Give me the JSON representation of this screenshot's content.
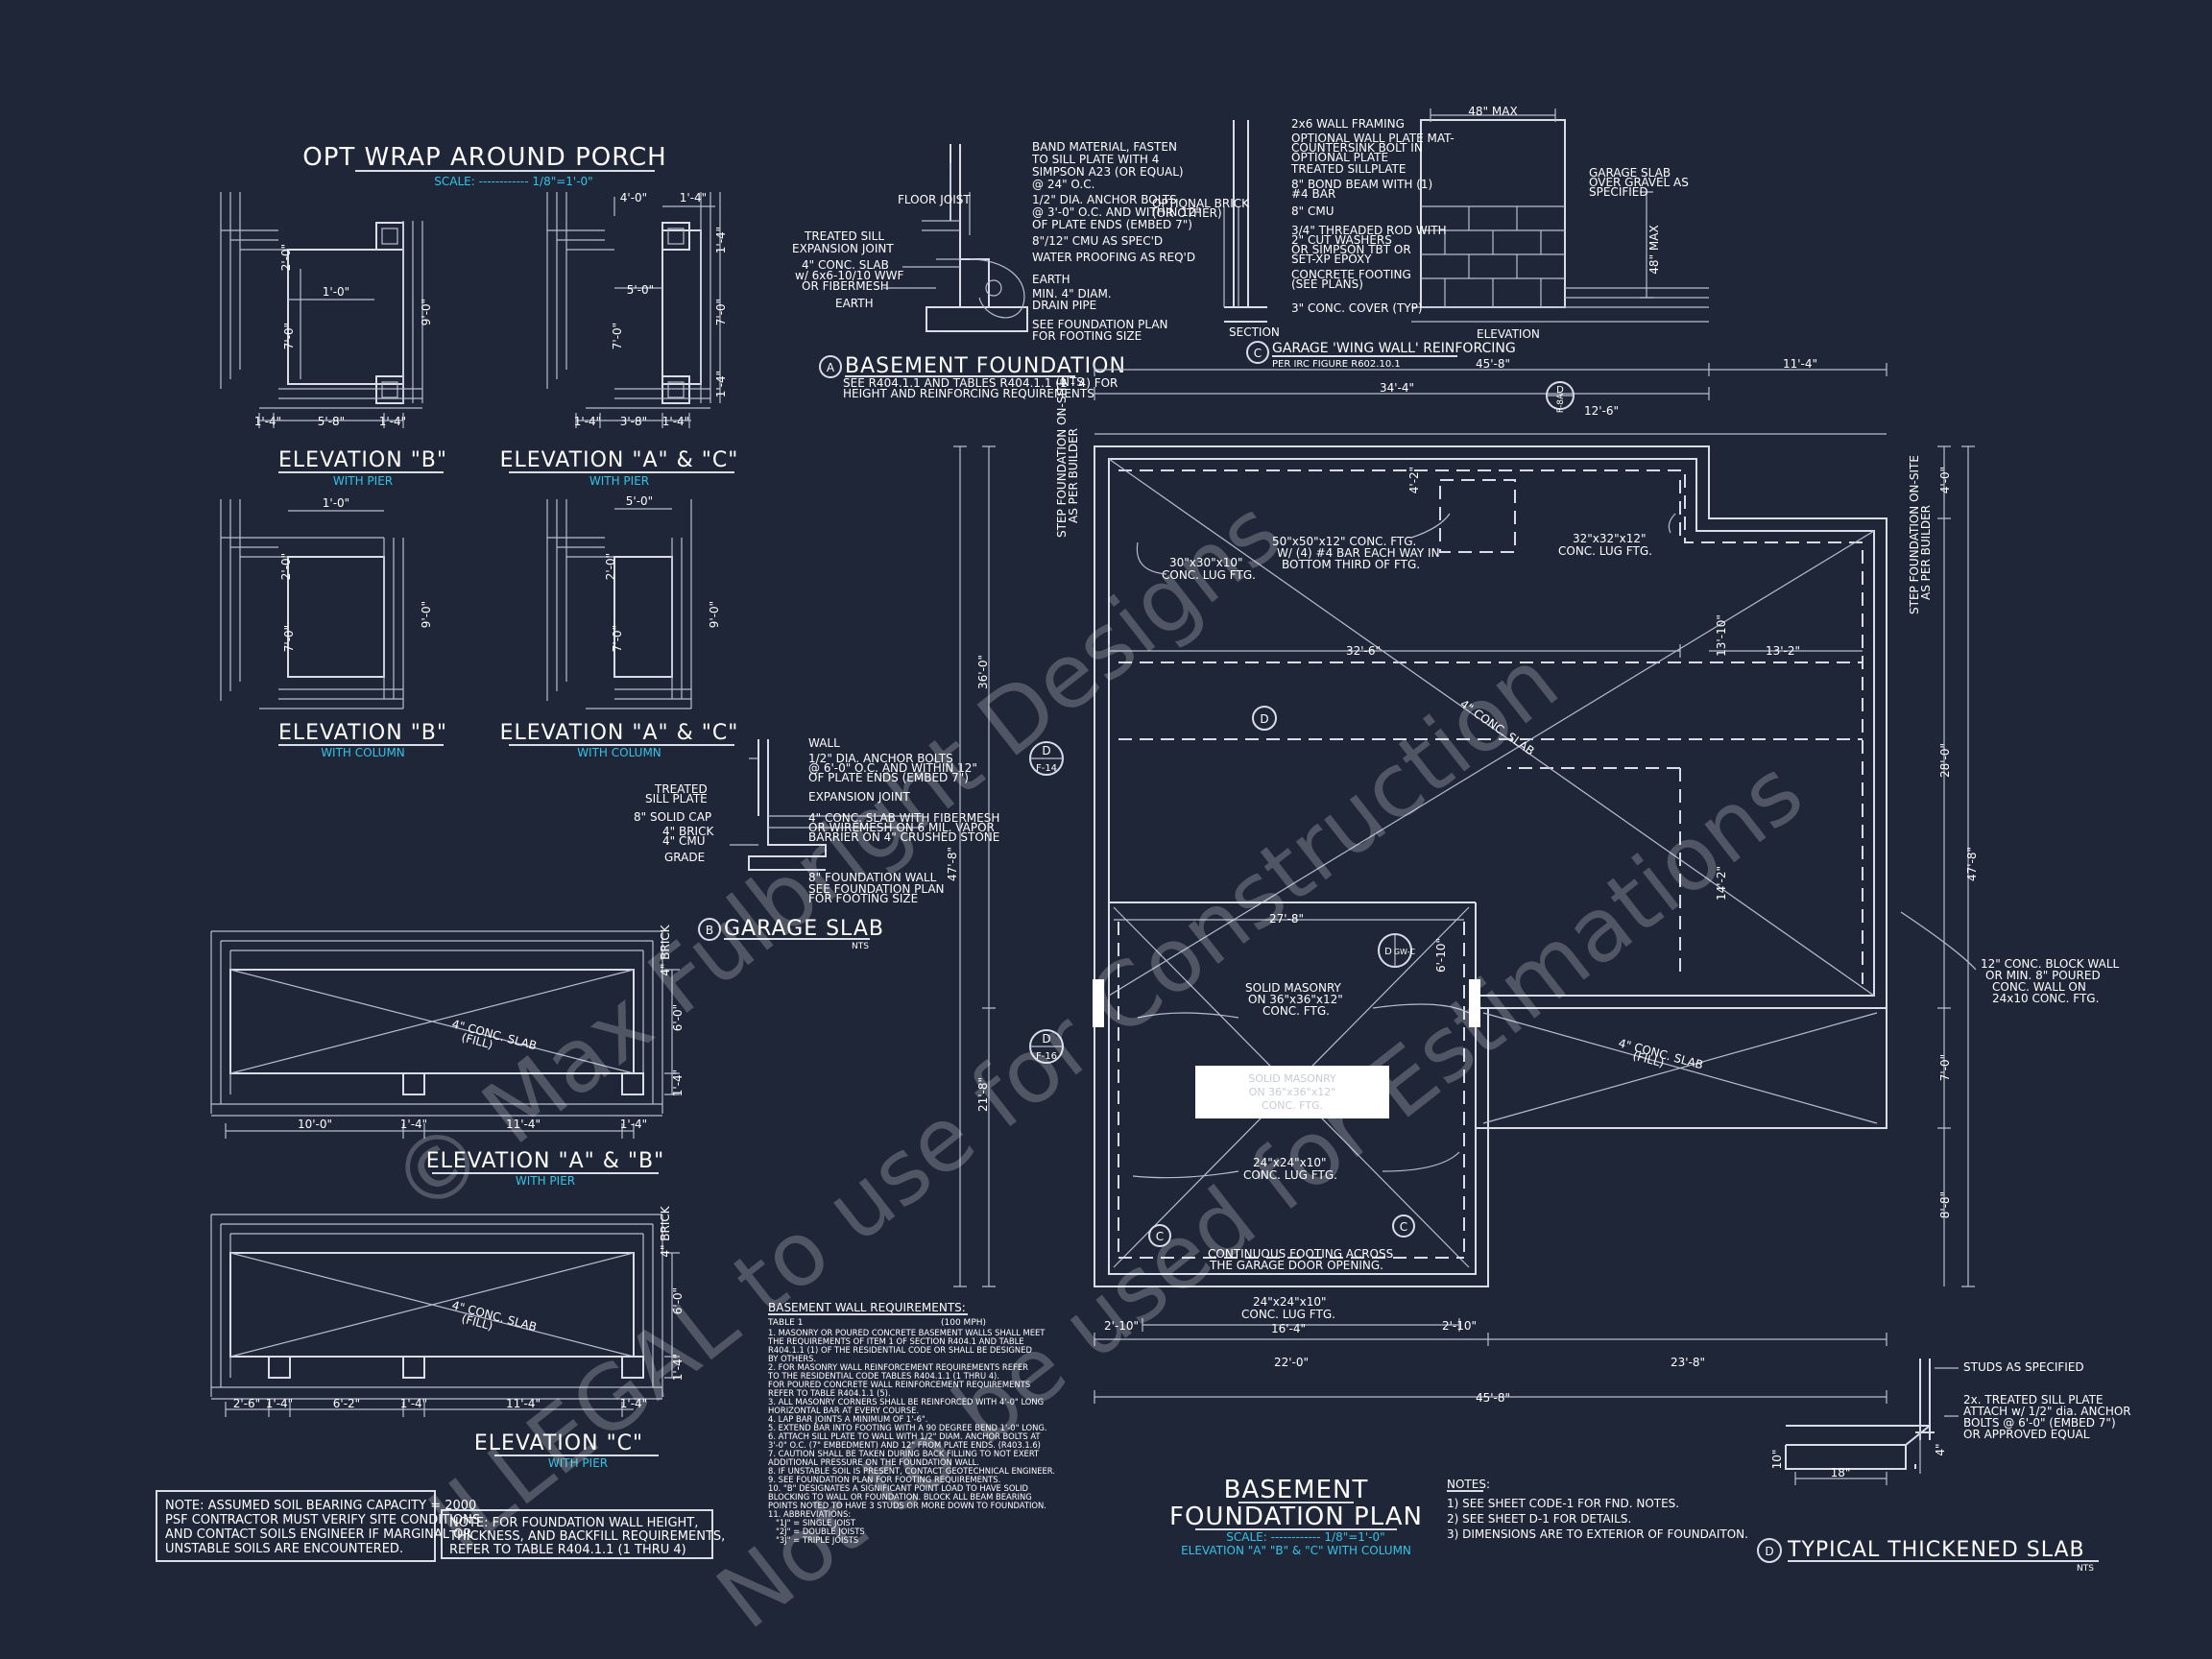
{
  "porch": {
    "title": "OPT WRAP AROUND PORCH",
    "scale": "SCALE: ------------ 1/8\"=1'-0\"",
    "elev_b_pier": "ELEVATION \"B\"",
    "with_pier": "WITH PIER",
    "elev_ac_pier": "ELEVATION \"A\" & \"C\"",
    "elev_b_col": "ELEVATION \"B\"",
    "with_column": "WITH COLUMN",
    "elev_ac_col": "ELEVATION \"A\" & \"C\"",
    "d_1_0": "1'-0\"",
    "d_7_0": "7'-0\"",
    "d_9_0": "9'-0\"",
    "d_5_8": "5'-8\"",
    "d_1_4": "1'-4\"",
    "d_2_0": "2'-0\"",
    "d_4_0": "4'-0\"",
    "d_5_0": "5'-0\"",
    "d_3_8": "3'-8\""
  },
  "basement_foundation": {
    "title": "BASEMENT FOUNDATION",
    "tag": "A",
    "note": "SEE R404.1.1 AND TABLES R404.1.1 (1 - 4) FOR",
    "note2": "HEIGHT AND REINFORCING REQUIREMENTS",
    "nts": "NTS",
    "band": "BAND MATERIAL, FASTEN",
    "band2": "TO SILL PLATE WITH 4",
    "band3": "SIMPSON A23 (OR EQUAL)",
    "band4": "@ 24\" O.C.",
    "anchor": "1/2\" DIA. ANCHOR BOLTS",
    "anchor2": "@ 3'-0\" O.C. AND WITHIN 12\"",
    "anchor3": "OF PLATE ENDS (EMBED 7\")",
    "cmu": "8\"/12\" CMU AS SPEC'D",
    "wp": "WATER PROOFING AS REQ'D",
    "earth": "EARTH",
    "drain": "MIN. 4\" DIAM.",
    "drain2": "DRAIN PIPE",
    "see": "SEE FOUNDATION PLAN",
    "see2": "FOR FOOTING SIZE",
    "joist": "FLOOR JOIST",
    "treated": "TREATED SILL",
    "exp": "EXPANSION JOINT",
    "slab": "4\" CONC. SLAB",
    "slab2": "w/ 6x6-10/10 WWF",
    "slab3": "OR FIBERMESH",
    "earth2": "EARTH"
  },
  "garage_wing": {
    "title": "GARAGE 'WING WALL' REINFORCING",
    "sub": "PER IRC FIGURE R602.10.1",
    "tag": "C",
    "max48": "48\" MAX",
    "max48v": "48\" MAX",
    "section": "SECTION",
    "elevation": "ELEVATION",
    "l1": "2x6 WALL FRAMING",
    "l2": "OPTIONAL WALL PLATE MAT-",
    "l3": "COUNTERSINK BOLT IN",
    "l4": "OPTIONAL PLATE",
    "l5": "TREATED SILLPLATE",
    "l6": "8\" BOND BEAM WITH (1)",
    "l7": "#4 BAR",
    "l8": "8\" CMU",
    "l9": "3/4\" THREADED ROD WITH",
    "l10": "2\" CUT WASHERS",
    "l11": "OR SIMPSON TBT OR",
    "l12": "SET-XP EPOXY",
    "l13": "CONCRETE FOOTING",
    "l14": "(SEE PLANS)",
    "l15": "3\" CONC. COVER (TYP)",
    "opt": "OPTIONAL BRICK",
    "opt2": "(OR OTHER)",
    "gar": "GARAGE SLAB",
    "gar2": "OVER GRAVEL AS",
    "gar3": "SPECIFIED"
  },
  "garage_slab": {
    "title": "GARAGE SLAB",
    "tag": "B",
    "nts": "NTS",
    "wall": "WALL",
    "anchor": "1/2\" DIA. ANCHOR BOLTS",
    "anchor2": "@ 6'-0\" O.C. AND WITHIN 12\"",
    "anchor3": "OF PLATE ENDS (EMBED 7\")",
    "treated": "TREATED",
    "sill": "SILL PLATE",
    "exp": "EXPANSION JOINT",
    "cap": "8\" SOLID CAP",
    "brick": "4\" BRICK",
    "cmu": "4\" CMU",
    "slab": "4\" CONC. SLAB WITH FIBERMESH",
    "slab2": "OR WIREMESH ON 6 MIL. VAPOR",
    "slab3": "BARRIER ON 4\" CRUSHED STONE",
    "grade": "GRADE",
    "fw": "8\" FOUNDATION WALL",
    "see": "SEE FOUNDATION PLAN",
    "see2": "FOR FOOTING SIZE"
  },
  "elev_ab": {
    "title": "ELEVATION \"A\" & \"B\"",
    "sub": "WITH PIER",
    "slab": "4\" CONC. SLAB",
    "fill": "(FILL)",
    "brick": "4\" BRICK",
    "d1": "10'-0\"",
    "d2": "1'-4\"",
    "d3": "11'-4\"",
    "d4": "1'-4\"",
    "d6": "6'-0\"",
    "d7": "1'-4\""
  },
  "elev_c": {
    "title": "ELEVATION \"C\"",
    "sub": "WITH PIER",
    "slab": "4\" CONC. SLAB",
    "fill": "(FILL)",
    "brick": "4\" BRICK",
    "d1": "2'-6\"",
    "d2": "1'-4\"",
    "d3": "6'-2\"",
    "d4": "1'-4\"",
    "d5": "11'-4\"",
    "d6": "1'-4\"",
    "d8": "6'-0\"",
    "d9": "1'-4\""
  },
  "notes_box": {
    "soil": [
      "NOTE: ASSUMED SOIL BEARING CAPACITY = 2000",
      "PSF CONTRACTOR MUST VERIFY SITE CONDITIONS",
      "AND CONTACT SOILS ENGINEER IF MARGINAL OR",
      "UNSTABLE SOILS ARE ENCOUNTERED."
    ],
    "wall": [
      "NOTE: FOR FOUNDATION WALL HEIGHT,",
      "THICKNESS, AND BACKFILL REQUIREMENTS,",
      "REFER TO TABLE R404.1.1 (1 THRU 4)"
    ]
  },
  "requirements": {
    "title": "BASEMENT WALL REQUIREMENTS:",
    "table": "TABLE 1",
    "mph": "(100 MPH)",
    "lines": [
      "1. MASONRY OR POURED CONCRETE BASEMENT WALLS SHALL MEET",
      "THE REQUIREMENTS OF ITEM 1 OF SECTION R404.1 AND TABLE",
      "R404.1.1 (1) OF THE RESIDENTIAL CODE OR SHALL BE DESIGNED",
      "BY OTHERS.",
      "2. FOR MASONRY WALL REINFORCEMENT REQUIREMENTS REFER",
      "TO THE RESIDENTIAL CODE TABLES R404.1.1 (1 THRU 4).",
      "FOR POURED CONCRETE WALL REINFORCEMENT REQUIREMENTS",
      "REFER TO TABLE R404.1.1 (5).",
      "3. ALL MASONRY CORNERS SHALL BE REINFORCED WITH 4'-0\" LONG",
      "HORIZONTAL BAR AT EVERY COURSE.",
      "4. LAP BAR JOINTS A MINIMUM OF 1'-6\".",
      "5. EXTEND BAR INTO FOOTING WITH A 90 DEGREE BEND 1'-0\" LONG.",
      "6. ATTACH SILL PLATE TO WALL WITH 1/2\" DIAM. ANCHOR BOLTS AT",
      "3'-0\" O.C. (7\" EMBEDMENT) AND 12\" FROM PLATE ENDS. (R403.1.6)",
      "7. CAUTION SHALL BE TAKEN DURING BACK FILLING TO NOT EXERT",
      "ADDITIONAL PRESSURE ON THE FOUNDATION WALL.",
      "8. IF UNSTABLE SOIL IS PRESENT, CONTACT GEOTECHNICAL ENGINEER.",
      "9. SEE FOUNDATION PLAN FOR FOOTING REQUIREMENTS.",
      "10. \"B\" DESIGNATES A SIGNIFICANT POINT LOAD TO HAVE SOLID",
      "BLOCKING TO WALL OR FOUNDATION. BLOCK ALL BEAM BEARING",
      "POINTS NOTED TO HAVE 3 STUDS OR MORE DOWN TO FOUNDATION.",
      "11. ABBREVIATIONS:",
      "\"1J\" = SINGLE JOIST",
      "\"2J\" = DOUBLE JOISTS",
      "\"3J\" = TRIPLE JOISTS"
    ]
  },
  "plan": {
    "title1": "BASEMENT",
    "title2": "FOUNDATION PLAN",
    "scale": "SCALE: ------------ 1/8\"=1'-0\"",
    "sub": "ELEVATION \"A\" \"B\" & \"C\" WITH COLUMN",
    "dims": {
      "top1": "45'-8\"",
      "top2": "11'-4\"",
      "top3": "34'-4\"",
      "top4": "12'-6\"",
      "left1": "36'-0\"",
      "left2": "47'-8\"",
      "left3": "21'-8\"",
      "right1": "4'-0\"",
      "right2": "28'-0\"",
      "right3": "47'-8\"",
      "right4": "7'-0\"",
      "right5": "8'-8\"",
      "in1": "32'-6\"",
      "in2": "13'-2\"",
      "in3": "13'-10\"",
      "in4": "14'-2\"",
      "in5": "4'-2\"",
      "in6": "27'-8\"",
      "in7": "6'-10\"",
      "bot1": "2'-10\"",
      "bot2": "16'-4\"",
      "bot3": "2'-10\"",
      "bot4": "22'-0\"",
      "bot5": "23'-8\"",
      "bot6": "45'-8\""
    },
    "ftg1": "50\"x50\"x12\" CONC. FTG.",
    "ftg1b": "W/ (4) #4 BAR EACH WAY IN",
    "ftg1c": "BOTTOM THIRD OF FTG.",
    "ftg2": "32\"x32\"x12\"",
    "ftg2b": "CONC. LUG FTG.",
    "ftg3": "30\"x30\"x10\"",
    "ftg3b": "CONC. LUG FTG.",
    "slab": "4\" CONC. SLAB",
    "step_l": "STEP FOUNDATION ON-SITE",
    "step_l2": "AS PER BUILDER",
    "step_r": "STEP FOUNDATION ON-SITE",
    "step_r2": "AS PER BUILDER",
    "solid": "SOLID MASONRY",
    "solid2": "ON 36\"x36\"x12\"",
    "solid3": "CONC. FTG.",
    "lug24": "24\"x24\"x10\"",
    "lug24b": "CONC. LUG FTG.",
    "cont": "CONTINUOUS FOOTING ACROSS",
    "cont2": "THE GARAGE DOOR OPENING.",
    "lug24c": "24\"x24\"x10\"",
    "lug24d": "CONC. LUG FTG.",
    "gslab": "4\" CONC. SLAB",
    "gfill": "(FILL)",
    "wall": "12\" CONC. BLOCK WALL",
    "wall2": "OR MIN. 8\" POURED",
    "wall3": "CONC. WALL ON",
    "wall4": "24x10 CONC. FTG.",
    "box1": "SOLID MASONRY",
    "box2": "ON 36\"x36\"x12\"",
    "box3": "CONC. FTG.",
    "tag_d_f8": "D",
    "tag_f8": "F-8A",
    "tag_d_f14": "D",
    "tag_f14": "F-14",
    "tag_d_f16": "D",
    "tag_f16": "F-16",
    "tag_d_mid": "D",
    "tag_d_gw": "D",
    "tag_gw": "GW-C",
    "tag_c1": "C",
    "tag_c2": "C"
  },
  "plan_notes": {
    "title": "NOTES:",
    "n1": "1) SEE SHEET CODE-1 FOR FND. NOTES.",
    "n2": "2) SEE SHEET D-1 FOR DETAILS.",
    "n3": "3) DIMENSIONS ARE TO EXTERIOR OF FOUNDAITON."
  },
  "thickened": {
    "title": "TYPICAL THICKENED SLAB",
    "tag": "D",
    "nts": "NTS",
    "studs": "STUDS AS SPECIFIED",
    "sill": "2x. TREATED SILL PLATE",
    "sill2": "ATTACH w/ 1/2\" dia. ANCHOR",
    "sill3": "BOLTS @ 6'-0\" (EMBED 7\")",
    "sill4": "OR APPROVED EQUAL",
    "d18": "18\"",
    "d10": "10\"",
    "d4": "4\""
  },
  "watermark": {
    "line1": "© Max Fulbright Designs",
    "line2": "ILLEGAL to use for Construction",
    "line3": "Not to be used for Estimations"
  }
}
